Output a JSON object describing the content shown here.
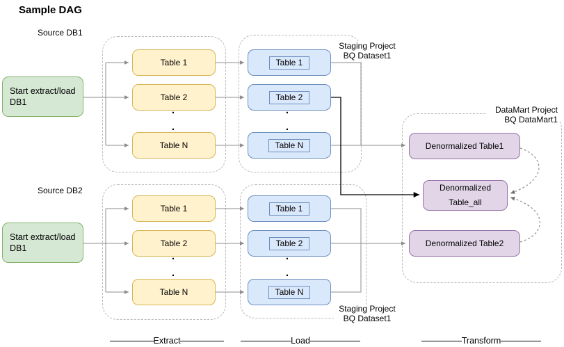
{
  "title": "Sample DAG",
  "db1": {
    "source_label": "Source DB1",
    "start": {
      "line1": "Start extract/load",
      "line2": "DB1"
    },
    "extract_tables": [
      "Table 1",
      "Table 2",
      "Table N"
    ],
    "load_tables": [
      "Table 1",
      "Table 2",
      "Table N"
    ],
    "staging": {
      "line1": "Staging Project",
      "line2": "BQ Dataset1"
    },
    "dot": "."
  },
  "db2": {
    "source_label": "Source DB2",
    "start": {
      "line1": "Start extract/load",
      "line2": "DB1"
    },
    "extract_tables": [
      "Table 1",
      "Table 2",
      "Table N"
    ],
    "load_tables": [
      "Table 1",
      "Table 2",
      "Table N"
    ],
    "staging": {
      "line1": "Staging Project",
      "line2": "BQ Dataset1"
    },
    "dot": "."
  },
  "datamart": {
    "label": {
      "line1": "DataMart Project",
      "line2": "BQ DataMart1"
    },
    "denorm_table1": "Denormalized Table1",
    "denorm_table_all": {
      "line1": "Denormalized",
      "line2": "Table_all"
    },
    "denorm_table2": "Denormalized Table2"
  },
  "stage_labels": {
    "extract": "Extract",
    "load": "Load",
    "transform": "Transform"
  },
  "colors": {
    "start_node_fill": "#d5e8d4",
    "start_node_border": "#82b366",
    "extract_table_fill": "#fff2cc",
    "extract_table_border": "#d6b656",
    "load_table_fill": "#dae8fc",
    "load_table_border": "#6c8ebf",
    "datamart_table_fill": "#e1d5e7",
    "datamart_table_border": "#9673a6",
    "container_border": "#b9b9b9",
    "connector": "#8c8c8c",
    "connector_emphasis": "#000000"
  }
}
